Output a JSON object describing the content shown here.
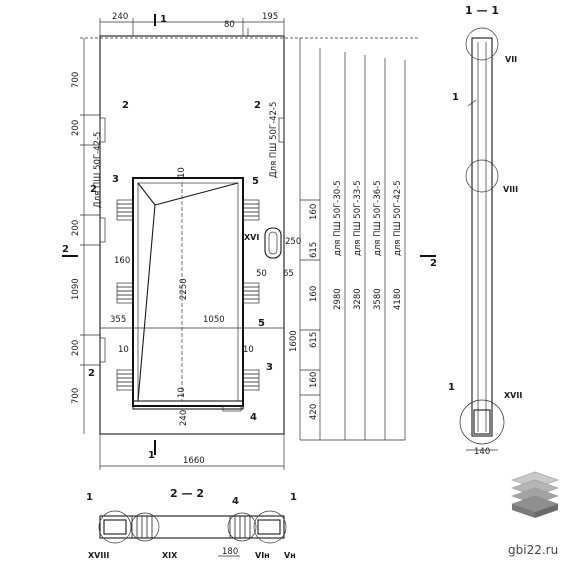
{
  "top_dims": {
    "left": "240",
    "mid": "80",
    "right": "195"
  },
  "left_dims": {
    "d700_top": "700",
    "d200_a": "200",
    "d200_b": "200",
    "d1090": "1090",
    "d200_c": "200",
    "d700_bot": "700"
  },
  "inner_dims": {
    "d160": "160",
    "d355": "355",
    "d1050": "1050",
    "d10_a": "10",
    "d10_b": "10",
    "d10_c": "10",
    "d10_d": "10",
    "d2250": "2250",
    "d240": "240",
    "d250": "250",
    "d50": "50",
    "d65": "65"
  },
  "right_dims": {
    "d160_a": "160",
    "d615_a": "615",
    "d160_b": "160",
    "d1600": "1600",
    "d615_b": "615",
    "d160_c": "160",
    "d420": "420"
  },
  "bottom_dim": "1660",
  "callouts": {
    "c2_left": "2",
    "c2_right": "2",
    "c3_left": "3",
    "c5_top": "5",
    "c5_mid": "5",
    "c3_right": "3",
    "c4": "4",
    "c2_lower": "2",
    "c2_side": "2"
  },
  "section_marks": {
    "s1_top": "1",
    "s1_bot": "1",
    "s2_left": "2",
    "s2_right": "2"
  },
  "vertical_note": "Для ПШ 50Г-42-5",
  "vertical_note2": "Для ПШ 50Г-42-5",
  "roman": {
    "xvi": "XVI"
  },
  "heights": [
    {
      "value": "2980",
      "label": "для ПШ 50Г-30-5"
    },
    {
      "value": "3280",
      "label": "для ПШ 50Г-33-5"
    },
    {
      "value": "3580",
      "label": "для ПШ 50Г-36-5"
    },
    {
      "value": "4180",
      "label": "для ПШ 50Г-42-5"
    }
  ],
  "section_1_1": {
    "title": "1 — 1",
    "callout_1": "1",
    "callout_1b": "1",
    "vii": "VII",
    "viii": "VIII",
    "xvii": "XVII",
    "dim140": "140"
  },
  "section_2_2": {
    "title": "2 — 2",
    "c1_left": "1",
    "c4": "4",
    "c1_right": "1",
    "xviii": "XVIII",
    "xix": "XIX",
    "dim180": "180",
    "vi": "VIн",
    "v": "Vн"
  },
  "watermark": "gbi22.ru"
}
